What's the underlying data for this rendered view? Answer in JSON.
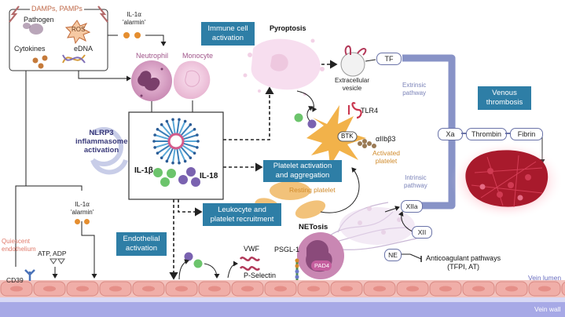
{
  "danger_box": {
    "title": "DAMPs, PAMPs",
    "pathogen": "Pathogen",
    "ros": "ROS",
    "cytokines": "Cytokines",
    "edna": "eDNA"
  },
  "il1a_top": [
    "IL-1α",
    "'alarmin'"
  ],
  "il1a_mid": [
    "IL-1α",
    "'alarmin'"
  ],
  "cells": {
    "neutrophil": "Neutrophil",
    "monocyte": "Monocyte",
    "pyroptosis": "Pyroptosis",
    "extracellular_vesicle": [
      "Extracellular",
      "vesicle"
    ],
    "tlr4": "TLR4",
    "btk": "BTK",
    "aiib3": "αIIbβ3",
    "activated_platelet": [
      "Activated",
      "platelet"
    ],
    "resting_platelet": "Resting platelet",
    "netosis": "NETosis",
    "pad4": "PAD4",
    "psgl1": "PSGL-1",
    "p_selectin": "P-Selectin",
    "vwf": "VWF",
    "ne": "NE"
  },
  "nlrp3": [
    "NLRP3",
    "inflammasome",
    "activation"
  ],
  "il1b": "IL-1β",
  "il18": "IL-18",
  "boxes": {
    "immune": [
      "Immune cell",
      "activation"
    ],
    "platelet_act": [
      "Platelet activation",
      "and aggregation"
    ],
    "leukocyte": [
      "Leukocyte and",
      "platelet recruitment"
    ],
    "endothelial": [
      "Endothelial",
      "activation"
    ],
    "venous": [
      "Venous",
      "thrombosis"
    ]
  },
  "coag": {
    "tf": "TF",
    "extrinsic": [
      "Extrinsic",
      "pathway"
    ],
    "intrinsic": [
      "Intrinsic",
      "pathway"
    ],
    "xa": "Xa",
    "thrombin": "Thrombin",
    "fibrin": "Fibrin",
    "xiia": "XIIa",
    "xii": "XII",
    "anticoag": [
      "Anticoagulant pathways",
      "(TFPI, AT)"
    ]
  },
  "endo": {
    "quiescent": [
      "Quiescent",
      "endothelium"
    ],
    "atp": "ATP, ADP",
    "cd39": "CD39",
    "vein_lumen": "Vein lumen",
    "vein_wall": "Vein wall"
  },
  "colors": {
    "box": "#2e7ea6",
    "pathway": "#8893c7",
    "endothelium": "#eaa6a0",
    "wall": "#8c8fd6",
    "platelet": "#f2b24a",
    "neutrophil": "#c987b3"
  }
}
